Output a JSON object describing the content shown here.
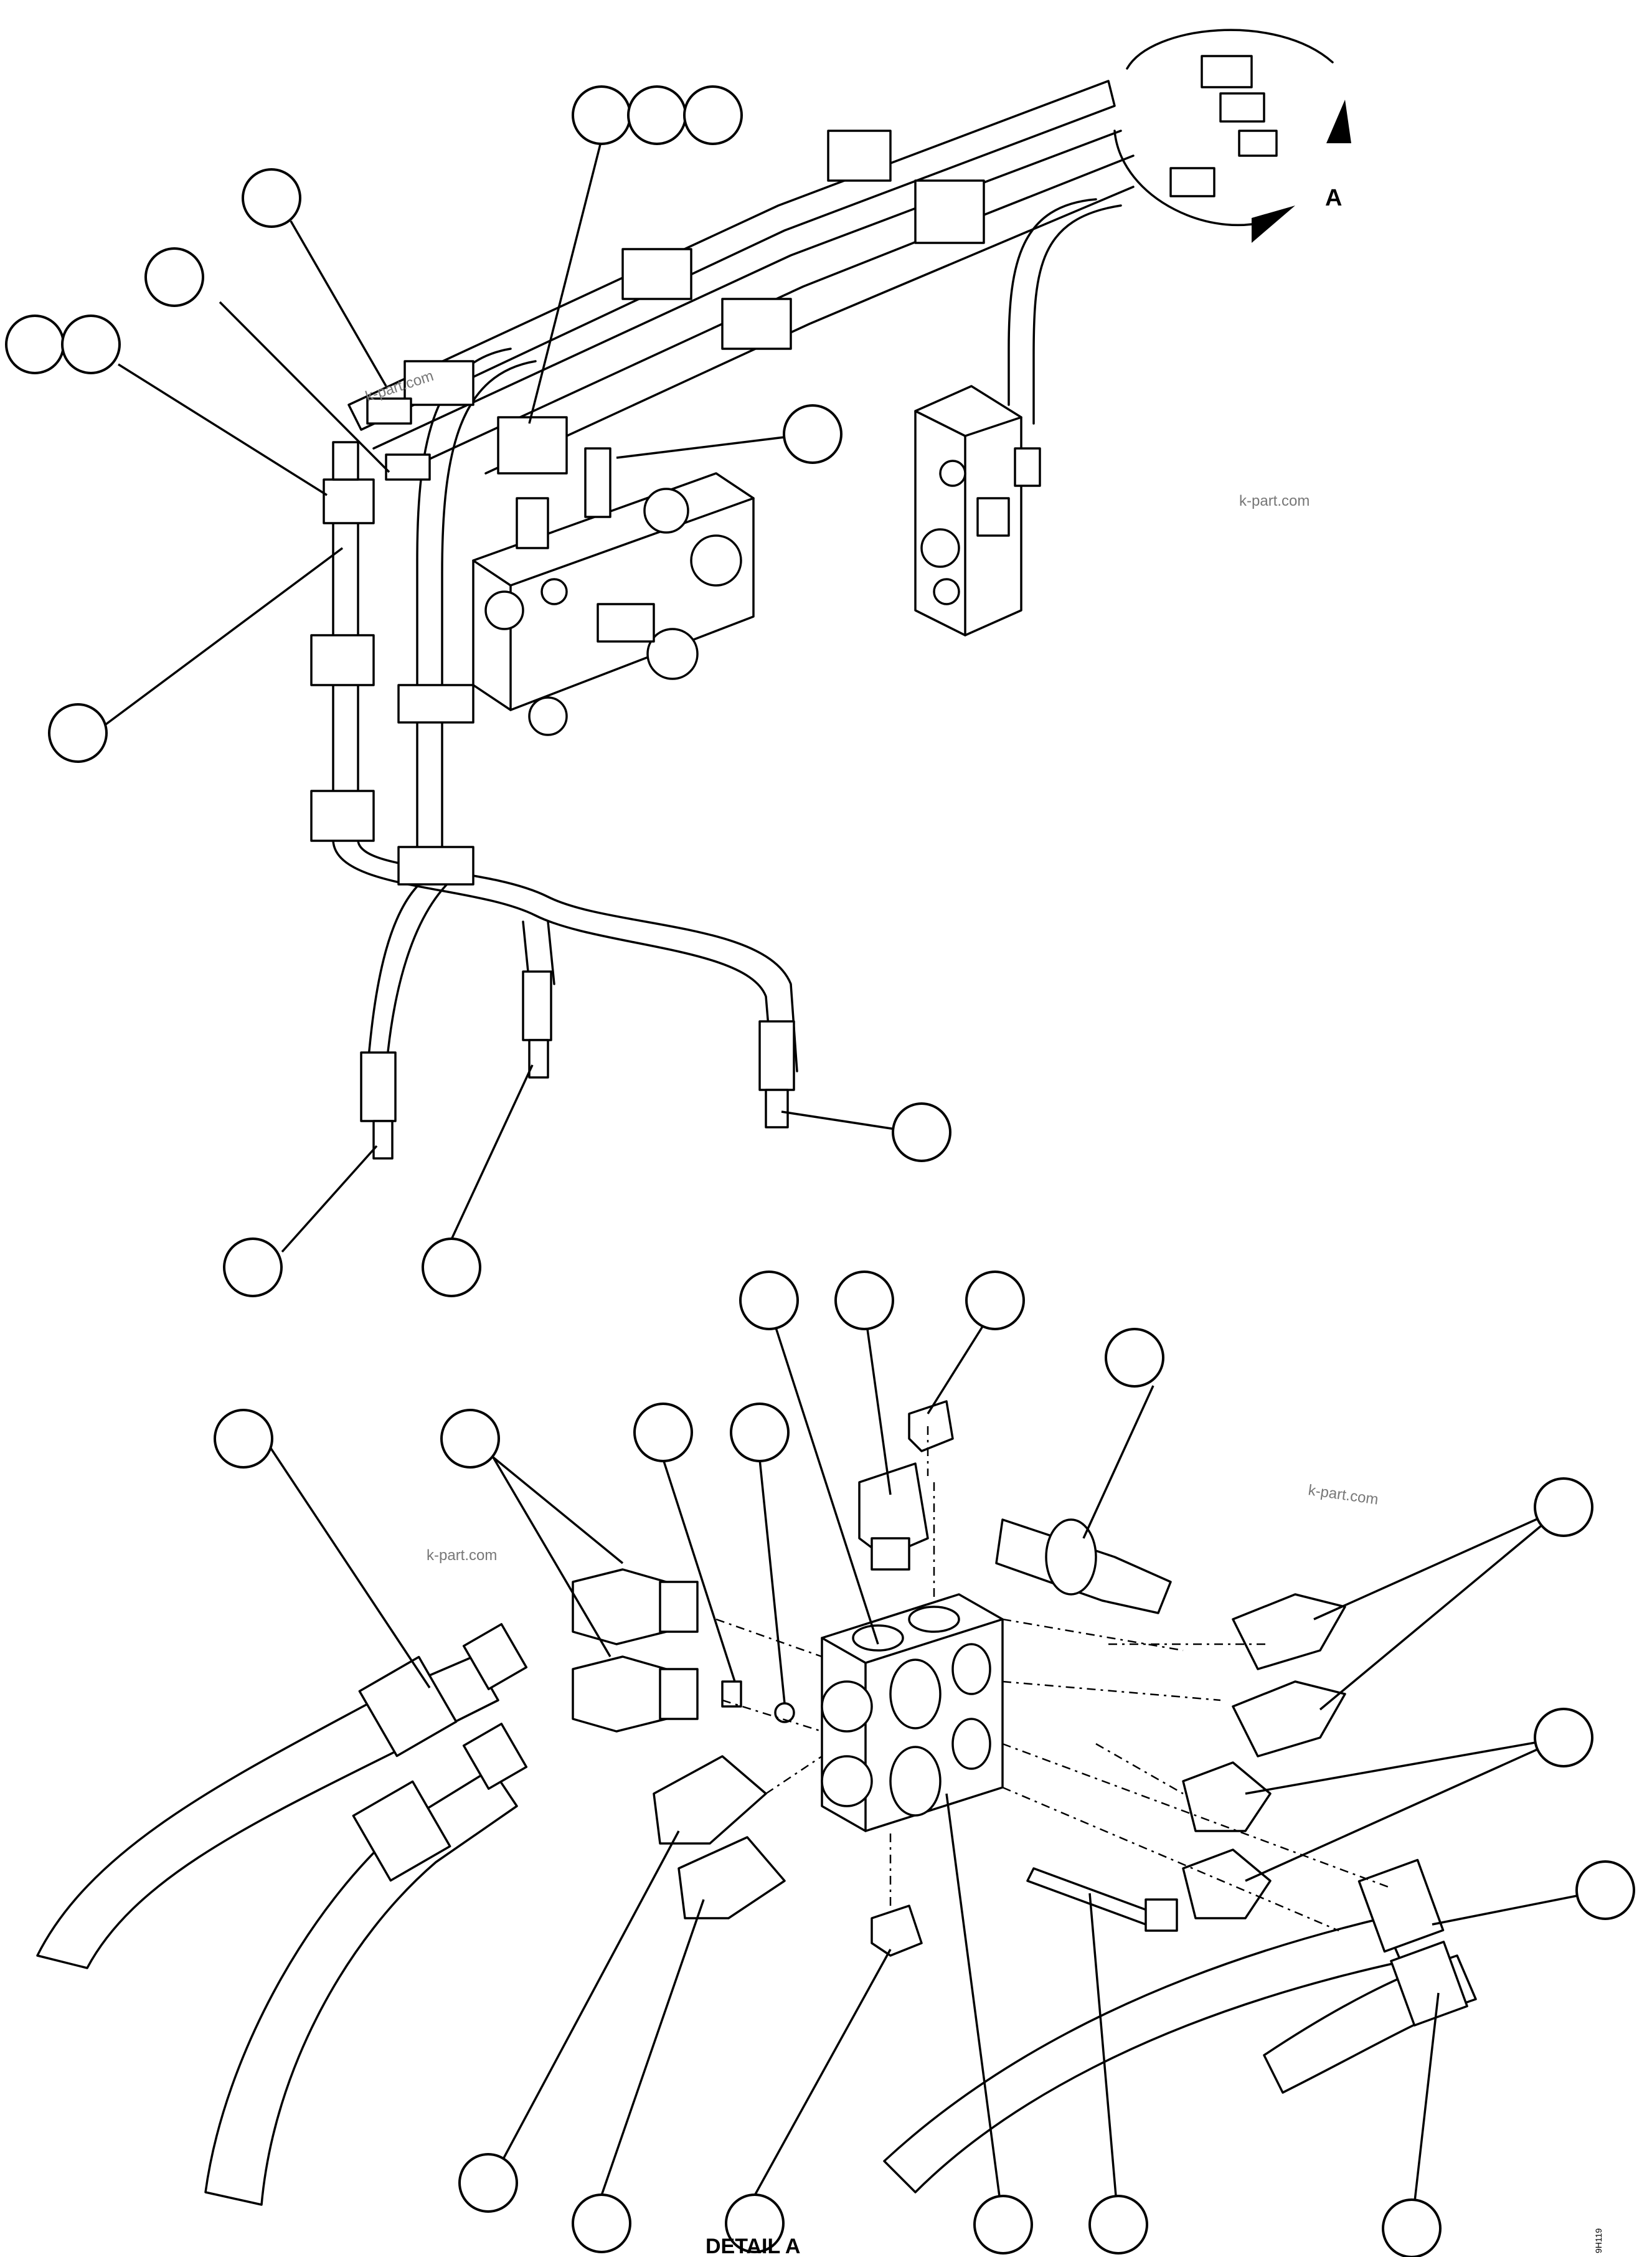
{
  "detail_marker": "A",
  "detail_caption": "DETAIL A",
  "drawing_number": "9H119",
  "watermark": "k-part.com"
}
